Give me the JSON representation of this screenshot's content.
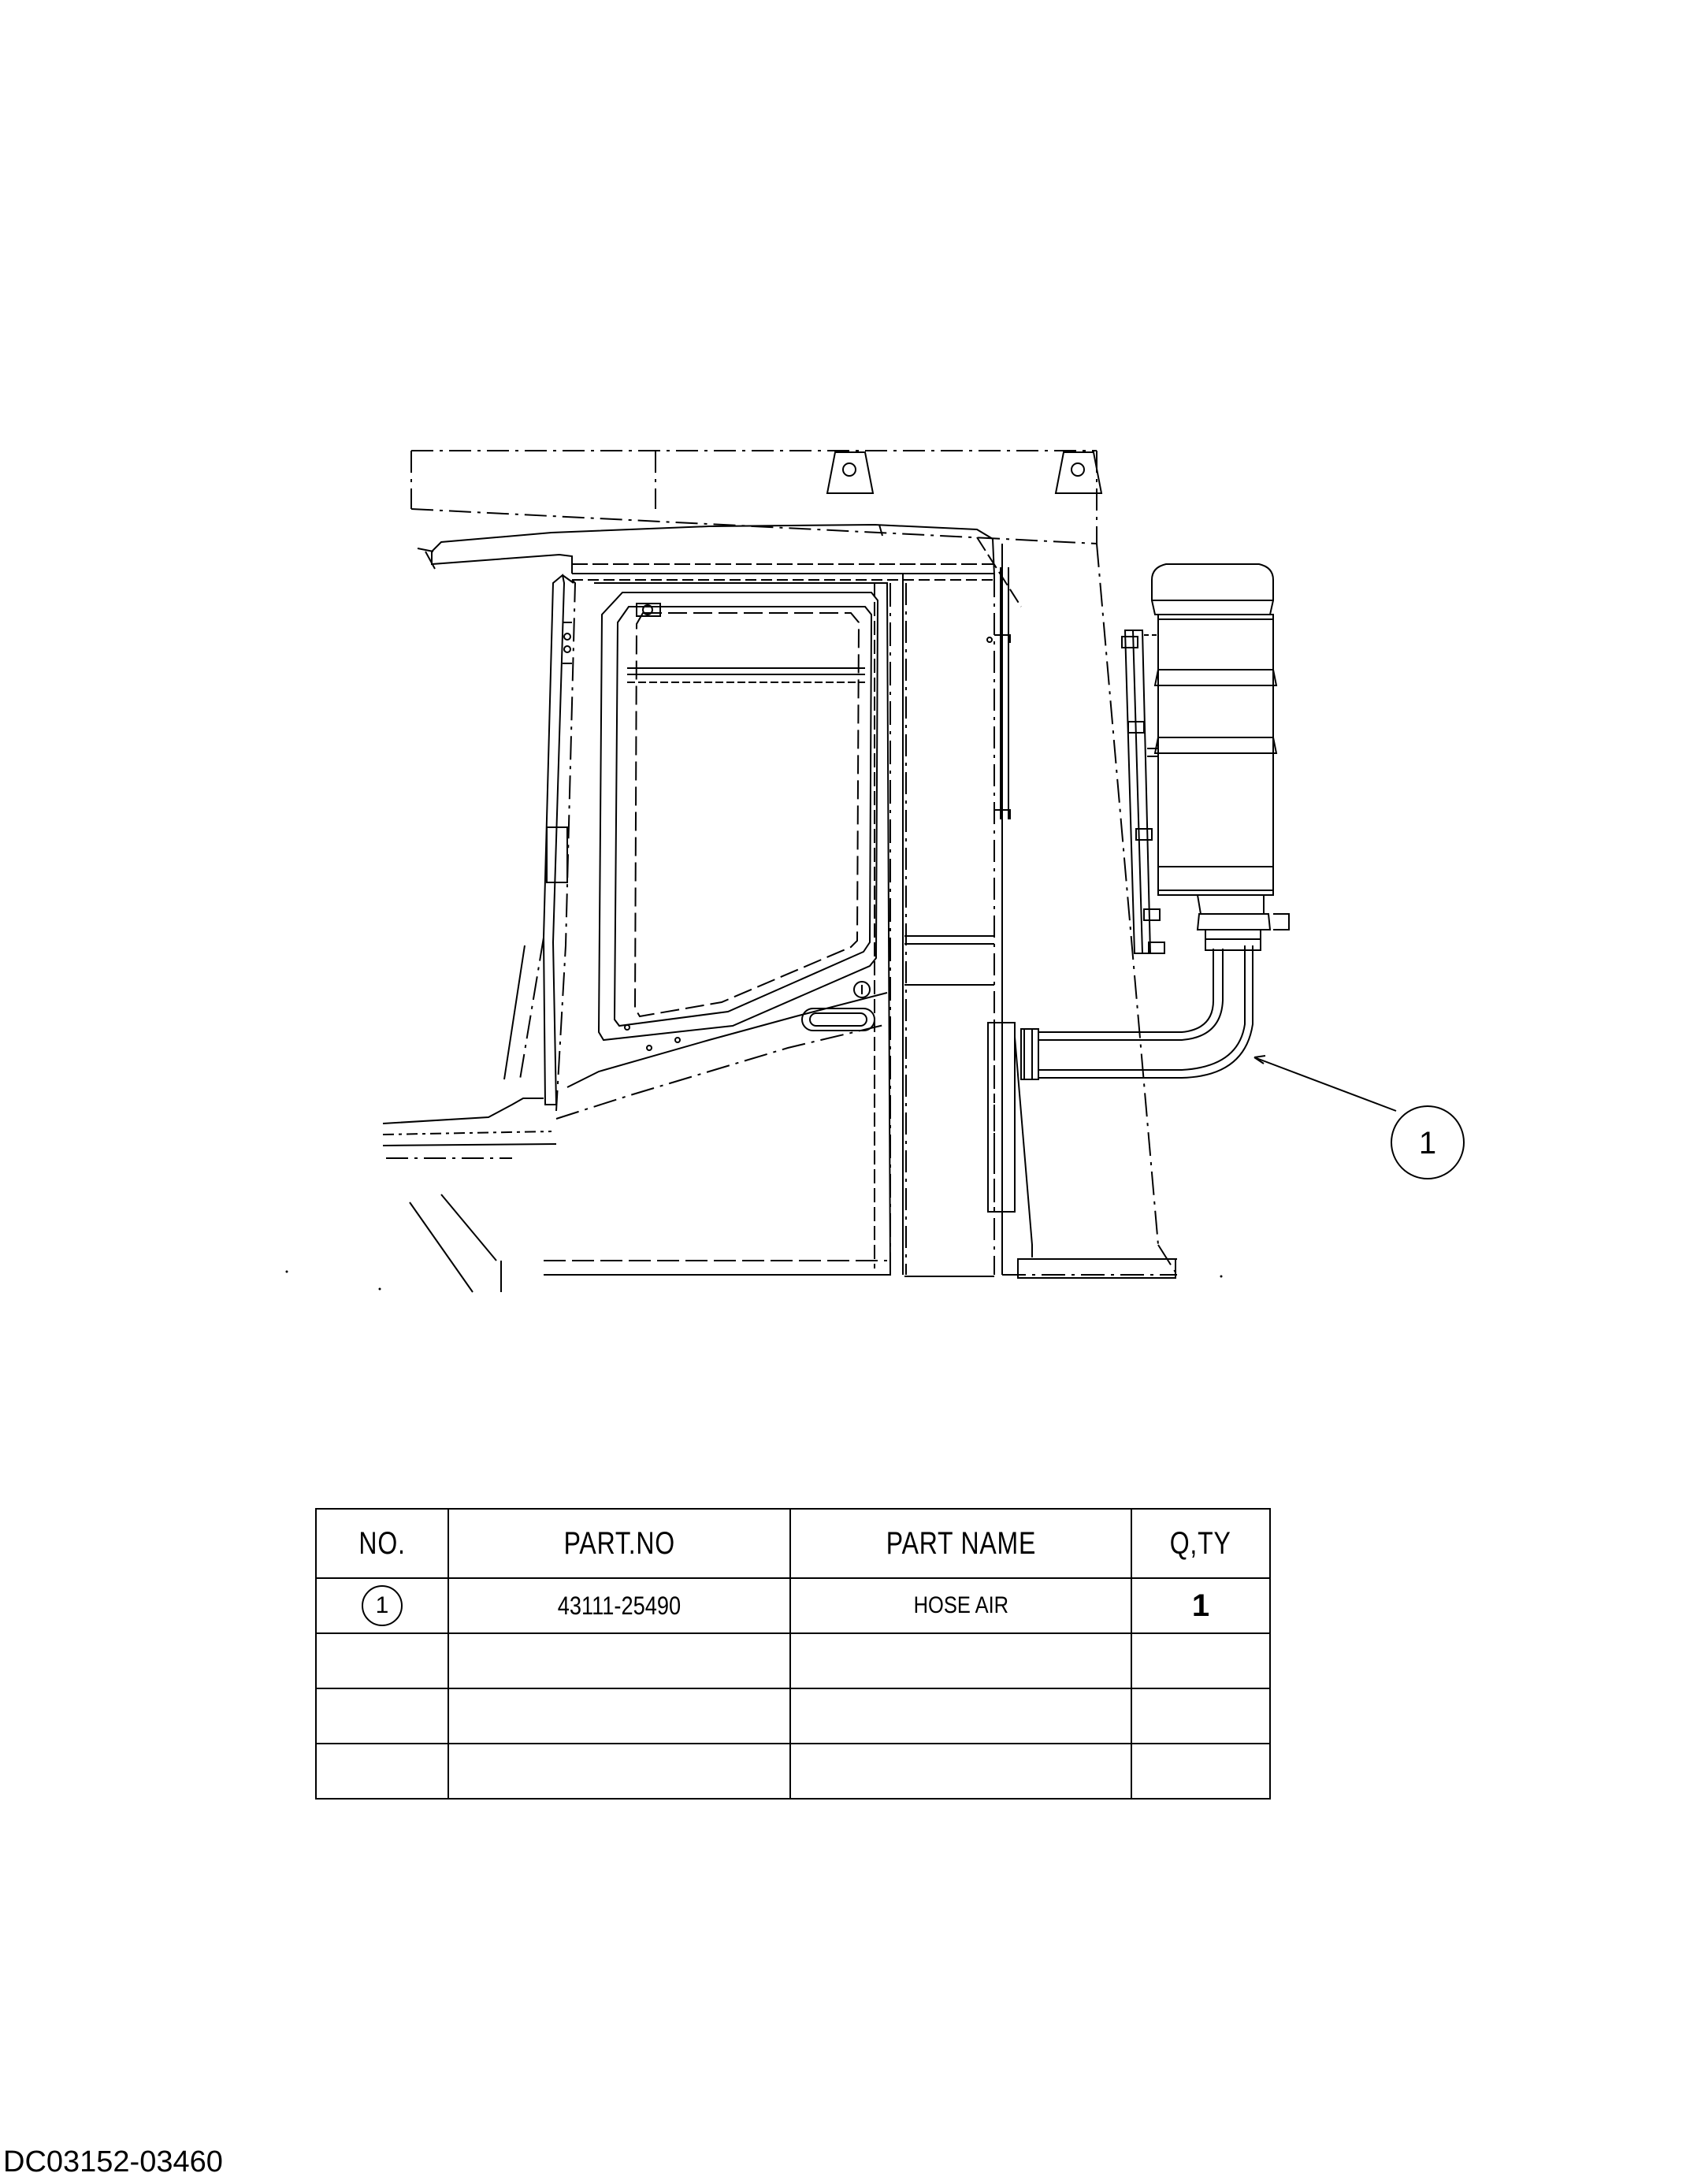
{
  "diagram": {
    "callout_label": "1"
  },
  "parts_table": {
    "headers": {
      "no": "NO.",
      "part_no": "PART.NO",
      "part_name": "PART NAME",
      "qty": "Q,TY"
    },
    "rows": [
      {
        "no": "1",
        "part_no": "43111-25490",
        "part_name": "HOSE AIR",
        "qty": "1"
      },
      {
        "no": "",
        "part_no": "",
        "part_name": "",
        "qty": ""
      },
      {
        "no": "",
        "part_no": "",
        "part_name": "",
        "qty": ""
      },
      {
        "no": "",
        "part_no": "",
        "part_name": "",
        "qty": ""
      }
    ]
  },
  "footer": {
    "document_code": "DC03152-03460"
  }
}
